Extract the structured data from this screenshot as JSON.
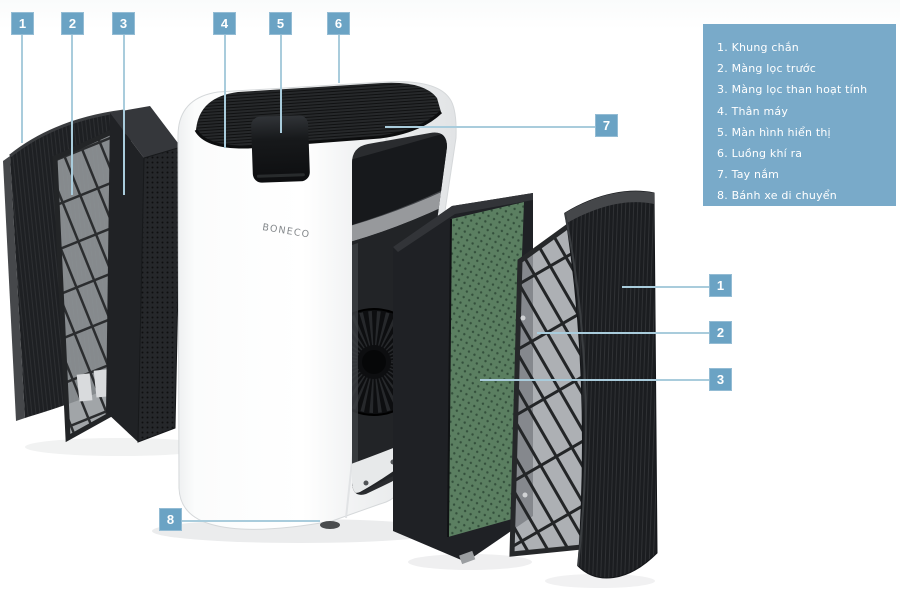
{
  "device": {
    "brand": "BONECO"
  },
  "markers": {
    "top": [
      {
        "num": "1"
      },
      {
        "num": "2"
      },
      {
        "num": "3"
      },
      {
        "num": "4"
      },
      {
        "num": "5"
      },
      {
        "num": "6"
      }
    ],
    "right": [
      {
        "num": "1"
      },
      {
        "num": "2"
      },
      {
        "num": "3"
      }
    ],
    "handle": {
      "num": "7"
    },
    "wheels": {
      "num": "8"
    }
  },
  "legend": {
    "items": [
      {
        "text": "1. Khung chắn"
      },
      {
        "text": "2. Màng lọc trước"
      },
      {
        "text": "3. Màng lọc than hoạt tính"
      },
      {
        "text": "4. Thân máy"
      },
      {
        "text": "5. Màn hình hiển thị"
      },
      {
        "text": "6. Luồng khí ra"
      },
      {
        "text": "7. Tay nắm"
      },
      {
        "text": "8. Bánh xe di chuyển"
      }
    ]
  },
  "colors": {
    "accent": "#6ba3c4",
    "legend_bg": "#79aac9",
    "connector": "#a9ccdc",
    "filter_green": "#5b7f61",
    "panel_dark": "#1e2023",
    "body_white": "#ffffff"
  }
}
